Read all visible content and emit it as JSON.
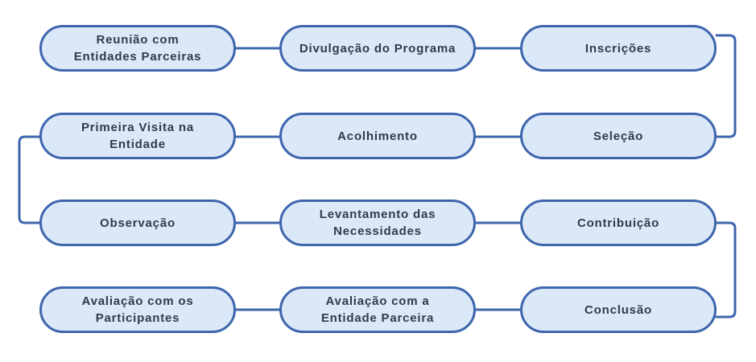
{
  "diagram": {
    "steps": [
      {
        "id": "reuniao",
        "label": "Reunião com\nEntidades Parceiras"
      },
      {
        "id": "divulgacao",
        "label": "Divulgação do Programa"
      },
      {
        "id": "inscricoes",
        "label": "Inscrições"
      },
      {
        "id": "primeira-visita",
        "label": "Primeira Visita na\nEntidade"
      },
      {
        "id": "acolhimento",
        "label": "Acolhimento"
      },
      {
        "id": "selecao",
        "label": "Seleção"
      },
      {
        "id": "observacao",
        "label": "Observação"
      },
      {
        "id": "levantamento",
        "label": "Levantamento das\nNecessidades"
      },
      {
        "id": "contribuicao",
        "label": "Contribuição"
      },
      {
        "id": "avaliacao-participantes",
        "label": "Avaliação com os\nParticipantes"
      },
      {
        "id": "avaliacao-entidade",
        "label": "Avaliação com a\nEntidade Parceira"
      },
      {
        "id": "conclusao",
        "label": "Conclusão"
      }
    ],
    "colors": {
      "node_fill": "#dbe8f8",
      "node_border": "#3d66ad",
      "connector": "#3d66ad",
      "text": "#333a45"
    }
  }
}
